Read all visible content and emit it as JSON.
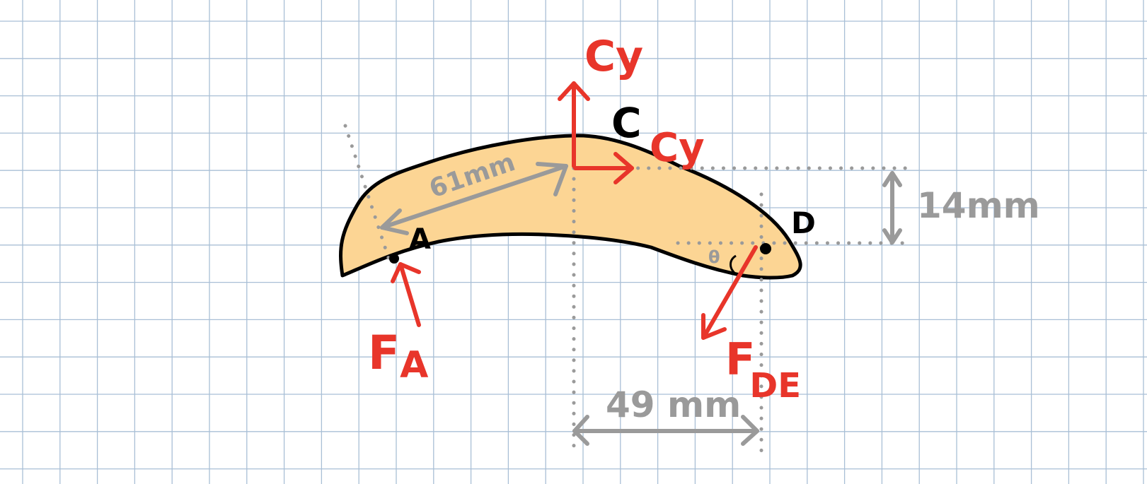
{
  "colors": {
    "grid": "#a9bfd6",
    "body_fill": "#fcd594",
    "outline": "#000000",
    "force": "#e8352a",
    "dimension": "#9a9a9a"
  },
  "labels": {
    "point_a": "A",
    "point_c": "C",
    "point_d": "D",
    "force_cy_top": "Cy",
    "force_cy_right": "Cy",
    "force_fa_main": "F",
    "force_fa_sub": "A",
    "force_fde_main": "F",
    "force_fde_sub": "DE",
    "angle": "θ",
    "dim_61": "61mm",
    "dim_14": "14mm",
    "dim_49": "49 mm"
  }
}
